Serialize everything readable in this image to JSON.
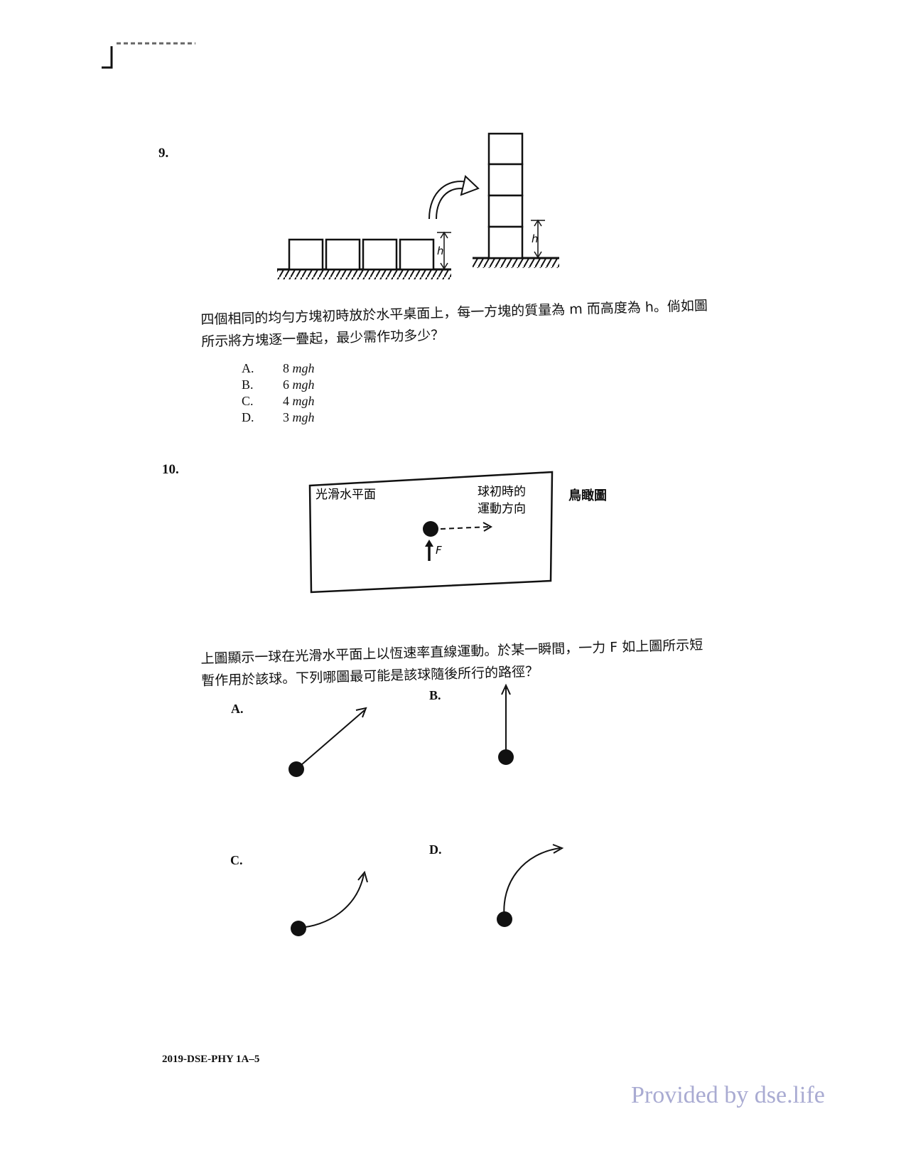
{
  "page_header_fragment": "",
  "q9": {
    "number": "9.",
    "diagram_label_h_left": "h",
    "diagram_label_h_right": "h",
    "text_line1": "四個相同的均勻方塊初時放於水平桌面上，每一方塊的質量為 m 而高度為 h。倘如圖",
    "text_line2": "所示將方塊逐一疊起，最少需作功多少？",
    "options": [
      {
        "label": "A.",
        "coef": "8",
        "unit": "mgh"
      },
      {
        "label": "B.",
        "coef": "6",
        "unit": "mgh"
      },
      {
        "label": "C.",
        "coef": "4",
        "unit": "mgh"
      },
      {
        "label": "D.",
        "coef": "3",
        "unit": "mgh"
      }
    ]
  },
  "q10": {
    "number": "10.",
    "surface_label": "光滑水平面",
    "direction_label_line1": "球初時的",
    "direction_label_line2": "運動方向",
    "force_label": "F",
    "view_label": "鳥瞰圖",
    "text_line1": "上圖顯示一球在光滑水平面上以恆速率直線運動。於某一瞬間，一力 F 如上圖所示短",
    "text_line2": "暫作用於該球。下列哪圖最可能是該球隨後所行的路徑？",
    "choices": [
      {
        "label": "A."
      },
      {
        "label": "B."
      },
      {
        "label": "C."
      },
      {
        "label": "D."
      }
    ]
  },
  "footer": "2019-DSE-PHY 1A–5",
  "credit": "Provided by dse.life"
}
